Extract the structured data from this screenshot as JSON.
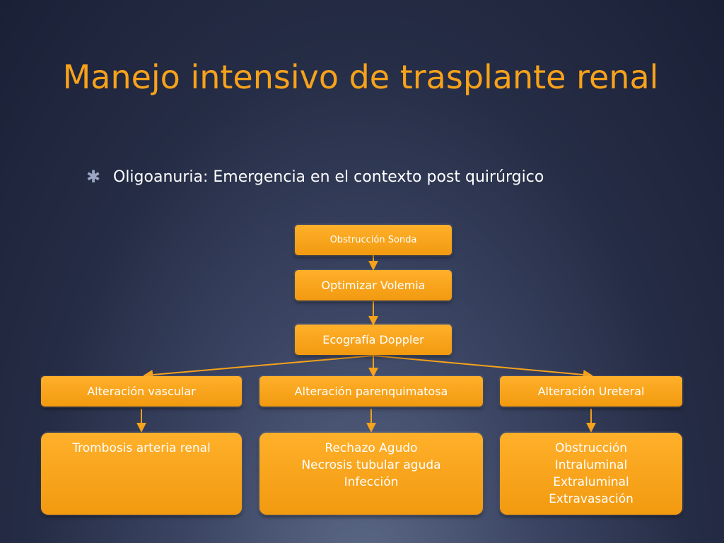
{
  "slide": {
    "title": "Manejo intensivo de trasplante renal",
    "bullet": "Oligoanuria: Emergencia en el contexto post quirúrgico"
  },
  "diagram": {
    "nodes": {
      "obstruccion_sonda": "Obstrucción Sonda",
      "optimizar_volemia": "Optimizar Volemia",
      "ecografia_doppler": "Ecografía Doppler",
      "alteracion_vascular": "Alteración vascular",
      "alteracion_parenquimatosa": "Alteración parenquimatosa",
      "alteracion_ureteral": "Alteración Ureteral"
    },
    "leaves": {
      "vascular": [
        "Trombosis arteria renal"
      ],
      "parenquimatosa": [
        "Rechazo Agudo",
        "Necrosis tubular aguda",
        "Infección"
      ],
      "ureteral": [
        "Obstrucción",
        "Intraluminal",
        "Extraluminal",
        "Extravasación"
      ]
    },
    "edges": [
      [
        "obstruccion_sonda",
        "optimizar_volemia"
      ],
      [
        "optimizar_volemia",
        "ecografia_doppler"
      ],
      [
        "ecografia_doppler",
        "alteracion_vascular"
      ],
      [
        "ecografia_doppler",
        "alteracion_parenquimatosa"
      ],
      [
        "ecografia_doppler",
        "alteracion_ureteral"
      ],
      [
        "alteracion_vascular",
        "vascular"
      ],
      [
        "alteracion_parenquimatosa",
        "parenquimatosa"
      ],
      [
        "alteracion_ureteral",
        "ureteral"
      ]
    ]
  }
}
